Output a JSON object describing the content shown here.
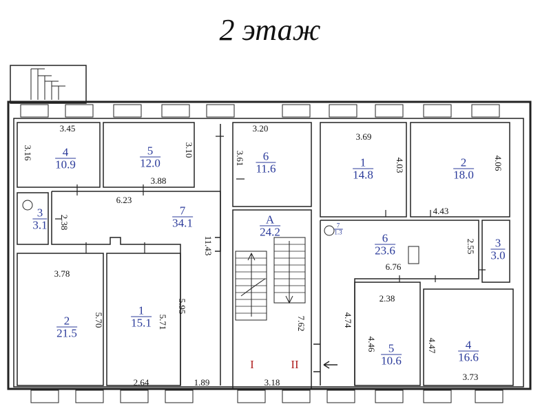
{
  "title": "2 этаж",
  "rooms": [
    {
      "n": "4",
      "a": "10.9"
    },
    {
      "n": "5",
      "a": "12.0"
    },
    {
      "n": "3",
      "a": "3.1"
    },
    {
      "n": "7",
      "a": "34.1"
    },
    {
      "n": "2",
      "a": "21.5"
    },
    {
      "n": "1",
      "a": "15.1"
    },
    {
      "n": "6",
      "a": "11.6"
    },
    {
      "n": "A",
      "a": "24.2"
    },
    {
      "n": "1",
      "a": "14.8"
    },
    {
      "n": "2",
      "a": "18.0"
    },
    {
      "n": "7",
      "a": "1.3"
    },
    {
      "n": "6",
      "a": "23.6"
    },
    {
      "n": "3",
      "a": "3.0"
    },
    {
      "n": "5",
      "a": "10.6"
    },
    {
      "n": "4",
      "a": "16.6"
    }
  ],
  "dims": [
    "3.45",
    "3.16",
    "3.10",
    "3.88",
    "6.23",
    "2.38",
    "11.43",
    "3.78",
    "5.70",
    "5.71",
    "5.95",
    "2.64",
    "1.89",
    "3.20",
    "3.61",
    "7.62",
    "3.18",
    "3.69",
    "4.03",
    "4.06",
    "4.43",
    "6.76",
    "2.55",
    "2.38",
    "4.74",
    "4.46",
    "4.47",
    "3.73"
  ],
  "sections": [
    "I",
    "II"
  ]
}
